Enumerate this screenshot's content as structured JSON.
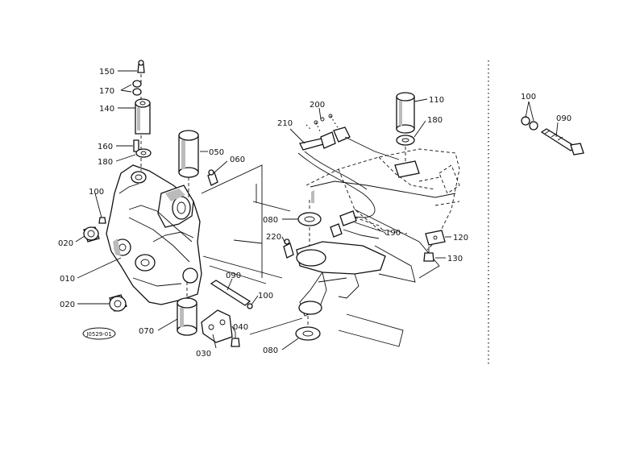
{
  "labels": {
    "p150": "150",
    "p170": "170",
    "p140": "140",
    "p160": "160",
    "p180a": "180",
    "p050": "050",
    "p060": "060",
    "p100a": "100",
    "p020a": "020",
    "p010": "010",
    "p020b": "020",
    "p090a": "090",
    "p100b": "100",
    "p070": "070",
    "p040": "040",
    "p030": "030",
    "p200": "200",
    "p210": "210",
    "p110": "110",
    "p180b": "180",
    "p080a": "080",
    "p220": "220",
    "p190": "190",
    "p120": "120",
    "p130": "130",
    "p080b": "080",
    "p100c": "100",
    "p090b": "090"
  },
  "stamp": "J0529-01"
}
